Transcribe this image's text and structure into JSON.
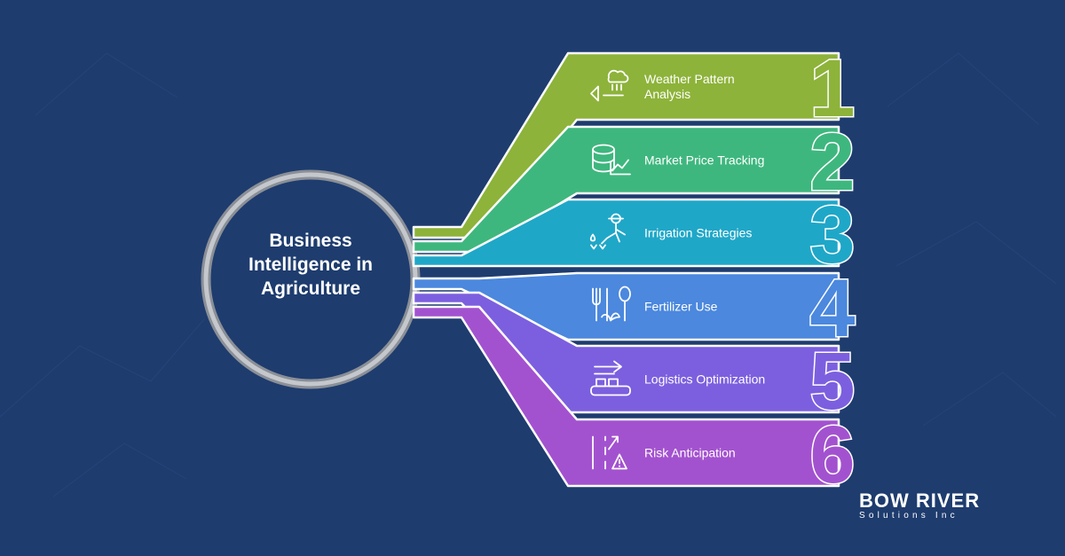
{
  "center": {
    "lines": [
      "Business",
      "Intelligence in",
      "Agriculture"
    ]
  },
  "steps": [
    {
      "number": "1",
      "label": [
        "Weather Pattern",
        "Analysis"
      ],
      "icon": "weather-cloud-rain-icon",
      "color": "#8db33a"
    },
    {
      "number": "2",
      "label": [
        "Market Price Tracking"
      ],
      "icon": "database-chart-icon",
      "color": "#3eb77e"
    },
    {
      "number": "3",
      "label": [
        "Irrigation Strategies"
      ],
      "icon": "farmer-watering-icon",
      "color": "#1fa7c8"
    },
    {
      "number": "4",
      "label": [
        "Fertilizer Use"
      ],
      "icon": "fork-spoon-plant-icon",
      "color": "#4b88de"
    },
    {
      "number": "5",
      "label": [
        "Logistics Optimization"
      ],
      "icon": "conveyor-arrow-icon",
      "color": "#7c5fdf"
    },
    {
      "number": "6",
      "label": [
        "Risk Anticipation"
      ],
      "icon": "road-warning-icon",
      "color": "#a352cf"
    }
  ],
  "logo": {
    "main": "BOW RIVER",
    "sub": "Solutions Inc"
  }
}
